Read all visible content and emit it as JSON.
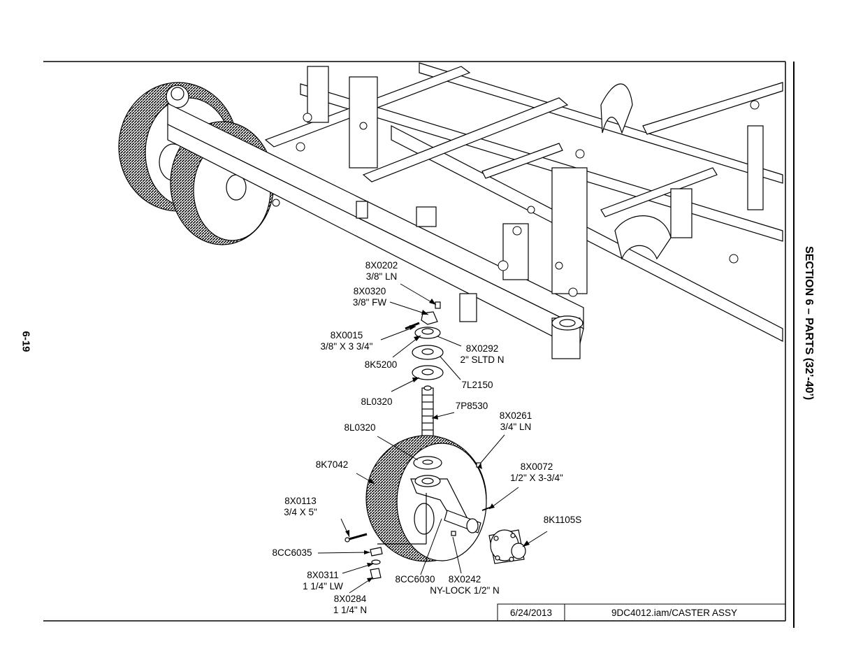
{
  "page": {
    "number": "6-19",
    "section": "SECTION 6 – PARTS (32’-40’)"
  },
  "title_block": {
    "date": "6/24/2013",
    "file": "9DC4012.iam/CASTER ASSY"
  },
  "callouts": [
    {
      "part": "8X0202",
      "desc": "3/8\" LN"
    },
    {
      "part": "8X0320",
      "desc": "3/8\" FW"
    },
    {
      "part": "8X0015",
      "desc": "3/8\" X 3 3/4\""
    },
    {
      "part": "8X0292",
      "desc": "2\" SLTD N"
    },
    {
      "part": "8K5200",
      "desc": ""
    },
    {
      "part": "7L2150",
      "desc": ""
    },
    {
      "part": "8L0320",
      "desc": ""
    },
    {
      "part": "7P8530",
      "desc": ""
    },
    {
      "part": "8X0261",
      "desc": "3/4\" LN"
    },
    {
      "part": "8L0320",
      "desc": ""
    },
    {
      "part": "8K7042",
      "desc": ""
    },
    {
      "part": "8X0072",
      "desc": "1/2\" X 3-3/4\""
    },
    {
      "part": "8X0113",
      "desc": "3/4 X 5\""
    },
    {
      "part": "8K1105S",
      "desc": ""
    },
    {
      "part": "8CC6035",
      "desc": ""
    },
    {
      "part": "8X0311",
      "desc": "1 1/4\" LW"
    },
    {
      "part": "8CC6030",
      "desc": ""
    },
    {
      "part": "8X0242",
      "desc": "NY-LOCK 1/2\" N"
    },
    {
      "part": "8X0284",
      "desc": "1 1/4\" N"
    }
  ]
}
